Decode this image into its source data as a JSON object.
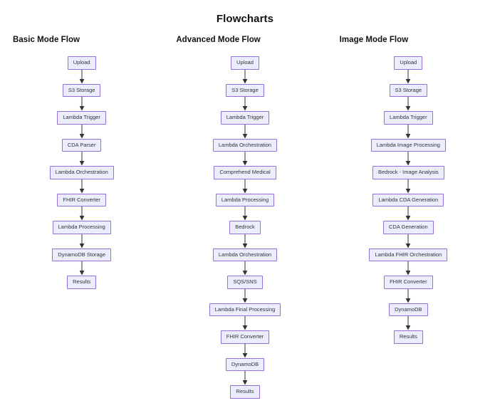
{
  "page": {
    "title": "Flowcharts",
    "node_fill_color": "#ECECFF",
    "node_border_color": "#9370DB",
    "arrow_color": "#333333",
    "text_color": "#333333",
    "background_color": "#FFFFFF"
  },
  "columns": [
    {
      "heading": "Basic Mode Flow",
      "nodes": [
        "Upload",
        "S3 Storage",
        "Lambda Trigger",
        "CDA Parser",
        "Lambda Orchestration",
        "FHIR Converter",
        "Lambda Processing",
        "DynamoDB Storage",
        "Results"
      ]
    },
    {
      "heading": "Advanced Mode Flow",
      "nodes": [
        "Upload",
        "S3 Storage",
        "Lambda Trigger",
        "Lambda Orchestration",
        "Comprehend Medical",
        "Lambda Processing",
        "Bedrock",
        "Lambda Orchestration",
        "SQS/SNS",
        "Lambda Final Processing",
        "FHIR Converter",
        "DynamoDB",
        "Results"
      ]
    },
    {
      "heading": "Image Mode Flow",
      "nodes": [
        "Upload",
        "S3 Storage",
        "Lambda Trigger",
        "Lambda Image Processing",
        "Bedrock - Image Analysis",
        "Lambda CDA Generation",
        "CDA Generation",
        "Lambda FHIR Orchestration",
        "FHIR Converter",
        "DynamoDB",
        "Results"
      ]
    }
  ]
}
